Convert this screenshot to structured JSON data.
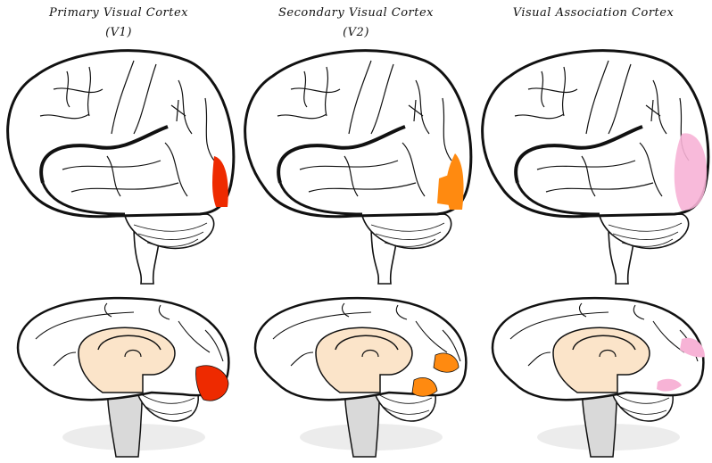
{
  "panels": [
    {
      "title": "Primary Visual Cortex",
      "subtitle": "(V1)",
      "highlight_color": "#ee2a00"
    },
    {
      "title": "Secondary Visual Cortex",
      "subtitle": "(V2)",
      "highlight_color": "#ff8a10"
    },
    {
      "title": "Visual Association Cortex",
      "subtitle": "",
      "highlight_color": "#f7b3d6"
    }
  ],
  "colors": {
    "outline": "#111111",
    "midbrain": "#fbe4c9",
    "brainstem": "#d9d9d9",
    "shadow": "#ececec"
  }
}
